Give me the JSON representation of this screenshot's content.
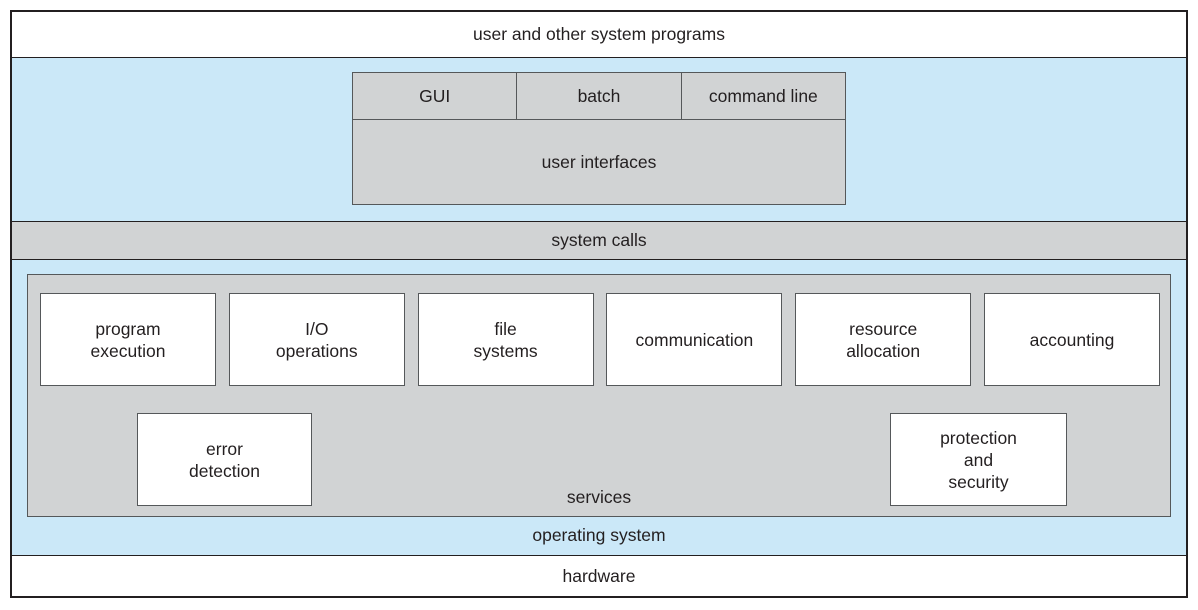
{
  "diagram": {
    "top_layer": "user and other system programs",
    "system_calls": "system calls",
    "operating_system": "operating system",
    "hardware": "hardware"
  },
  "user_interfaces": {
    "title": "user interfaces",
    "types": [
      {
        "label": "GUI"
      },
      {
        "label": "batch"
      },
      {
        "label": "command line"
      }
    ]
  },
  "services": {
    "title": "services",
    "row1": [
      {
        "label": "program\nexecution"
      },
      {
        "label": "I/O\noperations"
      },
      {
        "label": "file\nsystems"
      },
      {
        "label": "communication"
      },
      {
        "label": "resource\nallocation"
      },
      {
        "label": "accounting"
      }
    ],
    "row2": [
      {
        "label": "error\ndetection"
      },
      {
        "label": "protection\nand\nsecurity"
      }
    ]
  },
  "colors": {
    "light_blue": "#cbe8f8",
    "gray": "#d1d3d4",
    "white": "#ffffff",
    "border_dark": "#231f20",
    "box_border": "#55585a"
  }
}
